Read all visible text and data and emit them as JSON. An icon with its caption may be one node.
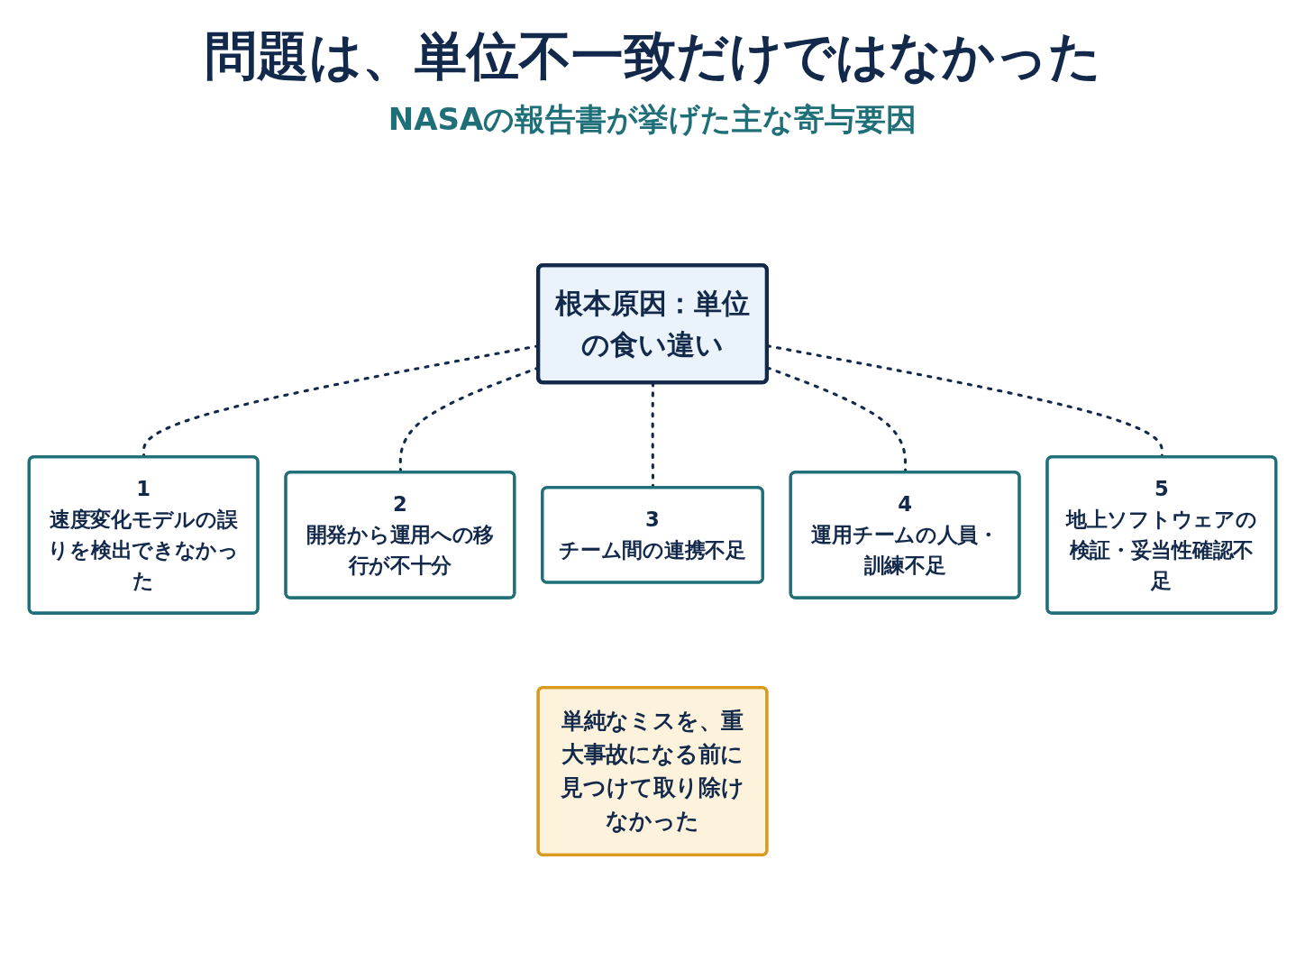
{
  "diagram": {
    "title": "問題は、単位不一致だけではなかった",
    "nodes": [
      {
        "text": [
          "1",
          "速度変化モデルの誤りを検出できなかった"
        ]
      },
      {
        "text": [
          "2",
          "開発から運用への移行が不十分"
        ]
      },
      {
        "text": [
          "根本原因：単位の食い違い"
        ]
      },
      {
        "text": [
          "3",
          "チーム間の連携不足"
        ]
      },
      {
        "text": [
          "4",
          "運用チームの人員・訓練不足"
        ]
      },
      {
        "text": [
          "5",
          "地上ソフトウェアの検証・妥当性確認不足"
        ]
      },
      {
        "text": [
          "単純なミスを、重大事故になる前に見つけて取り除けなかった"
        ]
      }
    ],
    "edges": [
      {
        "from": 2,
        "to": 0,
        "arrow": "none",
        "style": "dashed"
      },
      {
        "from": 2,
        "to": 1,
        "arrow": "none",
        "style": "dashed"
      },
      {
        "from": 2,
        "to": 3,
        "arrow": "none",
        "style": "dashed"
      },
      {
        "from": 2,
        "to": 4,
        "arrow": "none",
        "style": "dashed"
      },
      {
        "from": 2,
        "to": 5,
        "arrow": "none",
        "style": "dashed"
      }
    ],
    "labels": [
      "NASAの報告書が挙げた主な寄与要因"
    ]
  }
}
